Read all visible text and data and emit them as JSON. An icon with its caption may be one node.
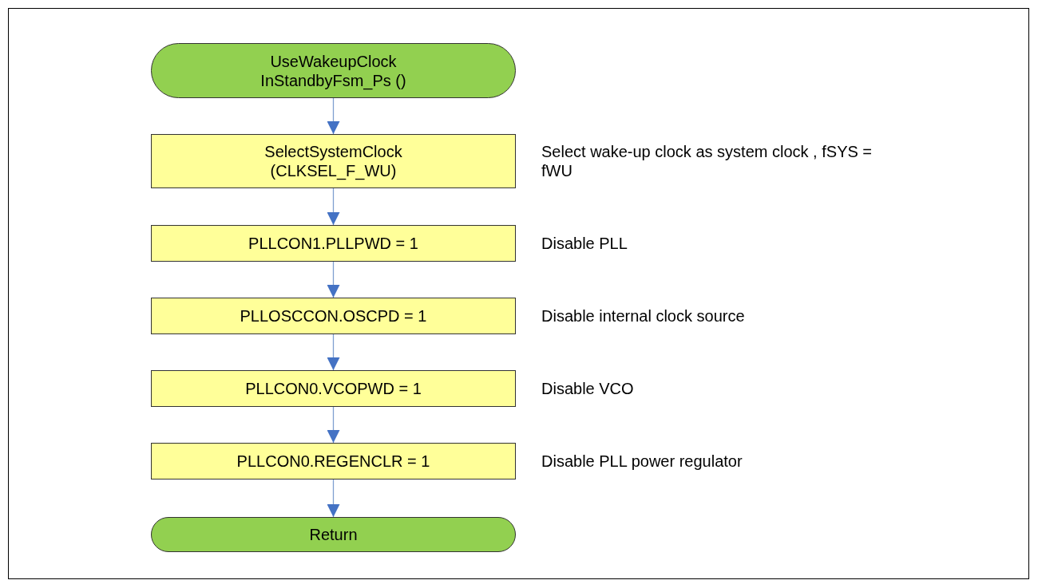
{
  "diagram": {
    "nodes": [
      {
        "text": [
          "UseWakeupClock InStandbyFsm_Ps ()"
        ]
      },
      {
        "text": [
          "SelectSystemClock (CLKSEL_F_WU)"
        ],
        "beside": [
          "Select wake-up clock as system clock , fSYS = fWU"
        ]
      },
      {
        "text": [
          "PLLCON1.PLLPWD = 1"
        ],
        "beside": [
          "Disable PLL"
        ]
      },
      {
        "text": [
          "PLLOSCCON.OSCPD = 1"
        ],
        "beside": [
          "Disable internal clock source"
        ]
      },
      {
        "text": [
          "PLLCON0.VCOPWD = 1"
        ],
        "beside": [
          "Disable VCO"
        ]
      },
      {
        "text": [
          "PLLCON0.REGENCLR = 1"
        ],
        "beside": [
          "Disable PLL power regulator"
        ]
      },
      {
        "text": [
          "Return"
        ]
      }
    ],
    "edges": [
      {
        "from": 0,
        "to": 1,
        "arrow": "to"
      },
      {
        "from": 1,
        "to": 2,
        "arrow": "to"
      },
      {
        "from": 2,
        "to": 3,
        "arrow": "to"
      },
      {
        "from": 3,
        "to": 4,
        "arrow": "to"
      },
      {
        "from": 4,
        "to": 5,
        "arrow": "to"
      },
      {
        "from": 5,
        "to": 6,
        "arrow": "to"
      }
    ]
  }
}
